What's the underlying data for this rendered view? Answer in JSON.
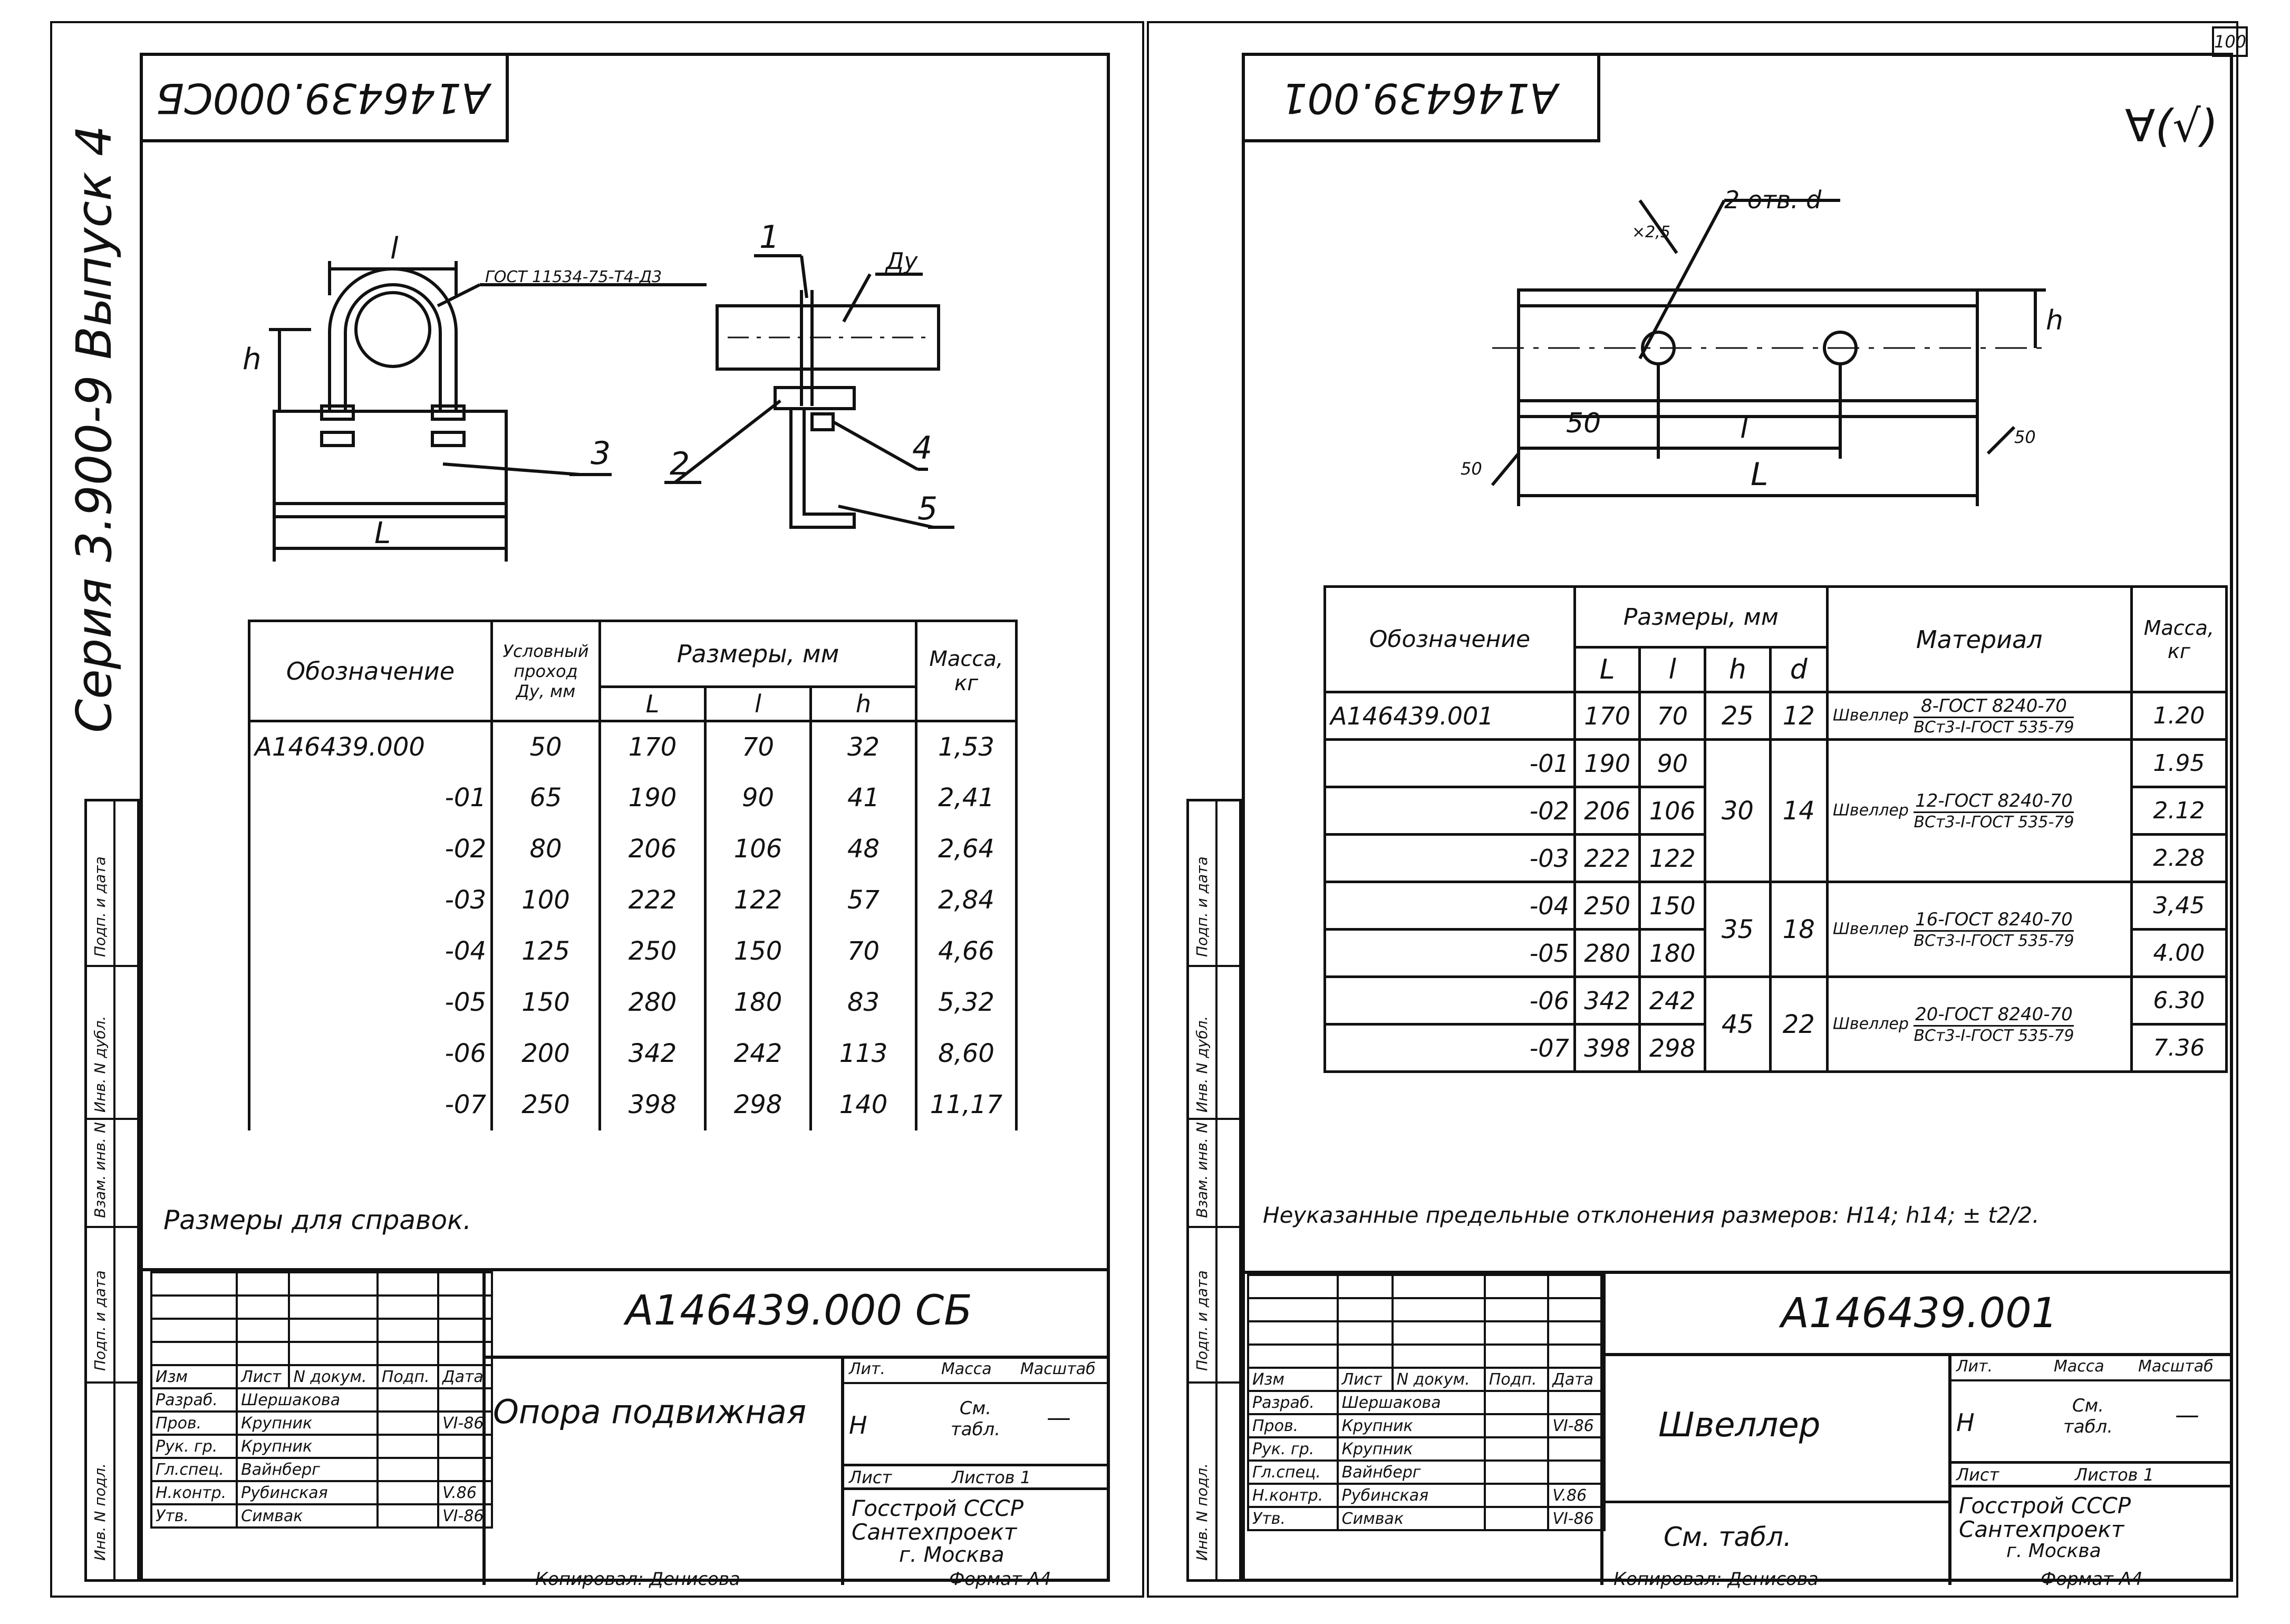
{
  "sheet_number": "100",
  "left_sheet": {
    "designation_rotated": "А146439.000СБ",
    "series_vertical": "Серия 3.900-9 Выпуск 4",
    "leader_label": "ГОСТ 11534-75-Т4-Д3",
    "dim_L": "L",
    "dim_l": "l",
    "dim_h": "h",
    "dim_Dy": "Ду",
    "callouts": [
      "1",
      "2",
      "3",
      "4",
      "5"
    ],
    "table": {
      "headers": {
        "designation": "Обозначение",
        "conditional_pass": "Условный проход Ду, мм",
        "dimensions": "Размеры, мм",
        "mass": "Масса, кг",
        "sub": [
          "L",
          "l",
          "h"
        ]
      },
      "rows": [
        [
          "А146439.000",
          "50",
          "170",
          "70",
          "32",
          "1,53"
        ],
        [
          "-01",
          "65",
          "190",
          "90",
          "41",
          "2,41"
        ],
        [
          "-02",
          "80",
          "206",
          "106",
          "48",
          "2,64"
        ],
        [
          "-03",
          "100",
          "222",
          "122",
          "57",
          "2,84"
        ],
        [
          "-04",
          "125",
          "250",
          "150",
          "70",
          "4,66"
        ],
        [
          "-05",
          "150",
          "280",
          "180",
          "83",
          "5,32"
        ],
        [
          "-06",
          "200",
          "342",
          "242",
          "113",
          "8,60"
        ],
        [
          "-07",
          "250",
          "398",
          "298",
          "140",
          "11,17"
        ]
      ]
    },
    "note": "Размеры для справок.",
    "title_block": {
      "code": "А146439.000 СБ",
      "name": "Опора подвижная",
      "lit_label": "Лит.",
      "mass_label": "Масса",
      "scale_label": "Масштаб",
      "lit_value": "Н",
      "mass_value": "См. табл.",
      "scale_value": "—",
      "sheet_label": "Лист",
      "sheets_label": "Листов 1",
      "org": [
        "Госстрой СССР",
        "Сантехпроект",
        "г. Москва"
      ],
      "roles": [
        [
          "Изм",
          "Лист",
          "N докум.",
          "Подп.",
          "Дата"
        ],
        [
          "Разраб.",
          "Шершакова",
          "",
          ""
        ],
        [
          "Пров.",
          "Крупник",
          "",
          "VI-86"
        ],
        [
          "Рук. гр.",
          "Крупник",
          "",
          ""
        ],
        [
          "Гл.спец.",
          "Вайнберг",
          "",
          ""
        ],
        [
          "Н.контр.",
          "Рубинская",
          "",
          "V.86"
        ],
        [
          "Утв.",
          "Симвак",
          "",
          "VI-86"
        ]
      ],
      "copied": "Копировал: Денисова",
      "format": "Формат А4"
    },
    "side_stamps": [
      "Инв. N подл.",
      "Подп. и дата",
      "Взам. инв. N",
      "Инв. N дубл.",
      "Подп. и дата"
    ]
  },
  "right_sheet": {
    "designation_rotated": "А146439.001",
    "roughness": "∀(√)",
    "hole_label": "2 отв. d",
    "chamfer_label": "×2,5",
    "dim_50": "50",
    "dim_l": "l",
    "dim_L": "L",
    "dim_h": "h",
    "cut_50_left": "50",
    "cut_50_right": "50",
    "table": {
      "headers": {
        "designation": "Обозначение",
        "dimensions": "Размеры, мм",
        "material": "Материал",
        "mass": "Масса, кг",
        "sub": [
          "L",
          "l",
          "h",
          "d"
        ]
      },
      "rows": [
        [
          "А146439.001",
          "170",
          "70",
          "25",
          "12",
          "1.20"
        ],
        [
          "-01",
          "190",
          "90",
          "",
          "",
          "1.95"
        ],
        [
          "-02",
          "206",
          "106",
          "30",
          "14",
          "2.12"
        ],
        [
          "-03",
          "222",
          "122",
          "",
          "",
          "2.28"
        ],
        [
          "-04",
          "250",
          "150",
          "35",
          "18",
          "3,45"
        ],
        [
          "-05",
          "280",
          "180",
          "",
          "",
          "4.00"
        ],
        [
          "-06",
          "342",
          "242",
          "45",
          "22",
          "6.30"
        ],
        [
          "-07",
          "398",
          "298",
          "",
          "",
          "7.36"
        ]
      ],
      "materials": [
        {
          "prefix": "Швеллер",
          "top": "8-ГОСТ 8240-70",
          "bottom": "ВСт3-I-ГОСТ 535-79"
        },
        {
          "prefix": "Швеллер",
          "top": "12-ГОСТ 8240-70",
          "bottom": "ВСт3-I-ГОСТ 535-79"
        },
        {
          "prefix": "Швеллер",
          "top": "16-ГОСТ 8240-70",
          "bottom": "ВСт3-I-ГОСТ 535-79"
        },
        {
          "prefix": "Швеллер",
          "top": "20-ГОСТ 8240-70",
          "bottom": "ВСт3-I-ГОСТ 535-79"
        }
      ]
    },
    "note": "Неуказанные предельные отклонения размеров: H14; h14; ± t2/2.",
    "title_block": {
      "code": "А146439.001",
      "name": "Швеллер",
      "material_ref": "См. табл.",
      "lit_label": "Лит.",
      "mass_label": "Масса",
      "scale_label": "Масштаб",
      "lit_value": "Н",
      "mass_value": "См. табл.",
      "scale_value": "—",
      "sheet_label": "Лист",
      "sheets_label": "Листов 1",
      "org": [
        "Госстрой СССР",
        "Сантехпроект",
        "г. Москва"
      ],
      "roles": [
        [
          "Изм",
          "Лист",
          "N докум.",
          "Подп.",
          "Дата"
        ],
        [
          "Разраб.",
          "Шершакова",
          "",
          ""
        ],
        [
          "Пров.",
          "Крупник",
          "",
          "VI-86"
        ],
        [
          "Рук. гр.",
          "Крупник",
          "",
          ""
        ],
        [
          "Гл.спец.",
          "Вайнберг",
          "",
          ""
        ],
        [
          "Н.контр.",
          "Рубинская",
          "",
          "V.86"
        ],
        [
          "Утв.",
          "Симвак",
          "",
          "VI-86"
        ]
      ],
      "copied": "Копировал: Денисова",
      "format": "Формат А4"
    },
    "side_stamps": [
      "Инв. N подл.",
      "Подп. и дата",
      "Взам. инв. N",
      "Инв. N дубл.",
      "Подп. и дата"
    ]
  }
}
